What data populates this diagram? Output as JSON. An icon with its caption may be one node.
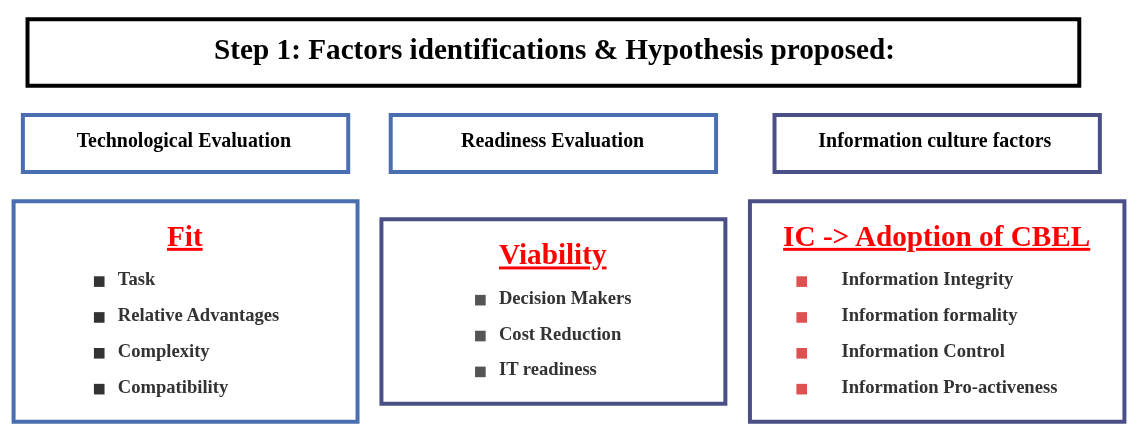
{
  "diagram": {
    "nodes": [
      {
        "text": [
          "Step 1: Factors identifications & Hypothesis proposed:"
        ]
      },
      {
        "text": [
          "Technological Evaluation"
        ]
      },
      {
        "text": [
          "Readiness Evaluation"
        ]
      },
      {
        "text": [
          "Information culture factors"
        ]
      },
      {
        "text": [
          "Fit",
          "Task",
          "Relative Advantages",
          "Complexity",
          "Compatibility"
        ]
      },
      {
        "text": [
          "Viability",
          "Decision Makers",
          "Cost Reduction",
          "IT readiness"
        ]
      },
      {
        "text": [
          "IC -> Adoption of CBEL",
          "Information Integrity",
          "Information formality",
          "Information Control",
          "Information Pro-activeness"
        ]
      }
    ],
    "edges": []
  }
}
